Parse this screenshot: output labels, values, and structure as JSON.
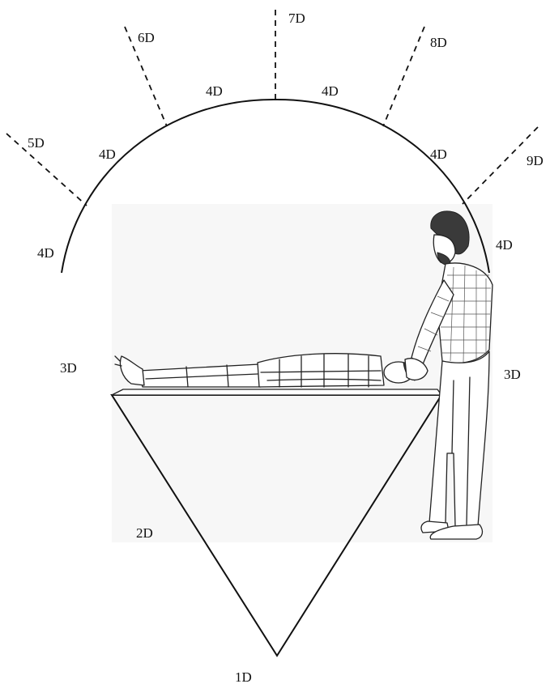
{
  "labels": {
    "l_1d": "1D",
    "l_2d": "2D",
    "l_3d_left": "3D",
    "l_3d_right": "3D",
    "l_4d_left_low": "4D",
    "l_4d_left_mid": "4D",
    "l_4d_top_left": "4D",
    "l_4d_top_right": "4D",
    "l_4d_right_mid": "4D",
    "l_4d_right_low": "4D",
    "l_5d": "5D",
    "l_6d": "6D",
    "l_7d": "7D",
    "l_8d": "8D",
    "l_9d": "9D"
  },
  "illustration": {
    "subject": "patient lying supine on a table with an examiner standing at the head, hands cradling the head"
  }
}
